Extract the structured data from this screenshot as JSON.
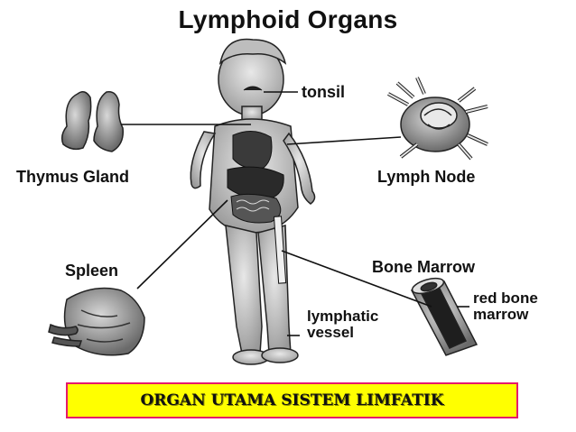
{
  "title": "Lymphoid Organs",
  "labels": {
    "tonsil": "tonsil",
    "thymus": "Thymus Gland",
    "lymph_node": "Lymph Node",
    "spleen": "Spleen",
    "bone_marrow": "Bone Marrow",
    "red_bone_marrow_1": "red bone",
    "red_bone_marrow_2": "marrow",
    "lymphatic_1": "lymphatic",
    "lymphatic_2": "vessel"
  },
  "banner": {
    "text": "ORGAN UTAMA SISTEM LIMFATIK"
  },
  "colors": {
    "banner_bg": "#ffff00",
    "banner_border": "#e6196a"
  }
}
